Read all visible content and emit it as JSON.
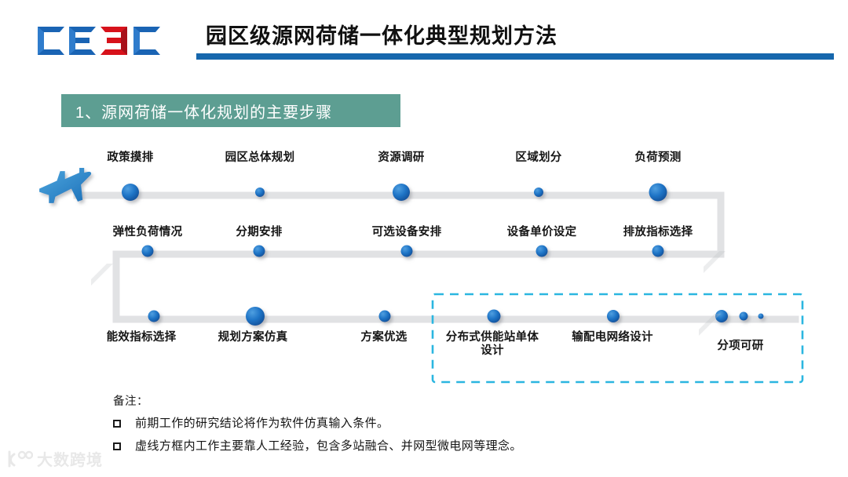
{
  "header": {
    "logo_name": "cetc-logo",
    "title": "园区级源网荷储一体化典型规划方法",
    "accent_color": "#1667ad"
  },
  "section": {
    "heading": "1、源网荷储一体化规划的主要步骤",
    "background_color": "#5d9e92"
  },
  "flow": {
    "line_color": "#29ace3",
    "node_color": "#1b6fc4",
    "dashed_box_color": "#2bb6e0",
    "start_icon": "airplane-icon",
    "rows": [
      {
        "id": "row-1",
        "steps": [
          {
            "label": "政策摸排"
          },
          {
            "label": "园区总体规划"
          },
          {
            "label": "资源调研"
          },
          {
            "label": "区域划分"
          },
          {
            "label": "负荷预测"
          }
        ]
      },
      {
        "id": "row-2",
        "steps": [
          {
            "label": "弹性负荷情况"
          },
          {
            "label": "分期安排"
          },
          {
            "label": "可选设备安排"
          },
          {
            "label": "设备单价设定"
          },
          {
            "label": "排放指标选择"
          }
        ]
      },
      {
        "id": "row-3",
        "steps": [
          {
            "label": "能效指标选择"
          },
          {
            "label": "规划方案仿真"
          },
          {
            "label": "方案优选"
          },
          {
            "label": "分布式供能站单体设计"
          },
          {
            "label": "输配电网络设计"
          },
          {
            "label": "分项可研"
          }
        ]
      }
    ]
  },
  "notes": {
    "title": "备注：",
    "items": [
      "前期工作的研究结论将作为软件仿真输入条件。",
      "虚线方框内工作主要靠人工经验，包含多站融合、并网型微电网等理念。"
    ]
  },
  "watermark": {
    "text": "大数跨境"
  }
}
